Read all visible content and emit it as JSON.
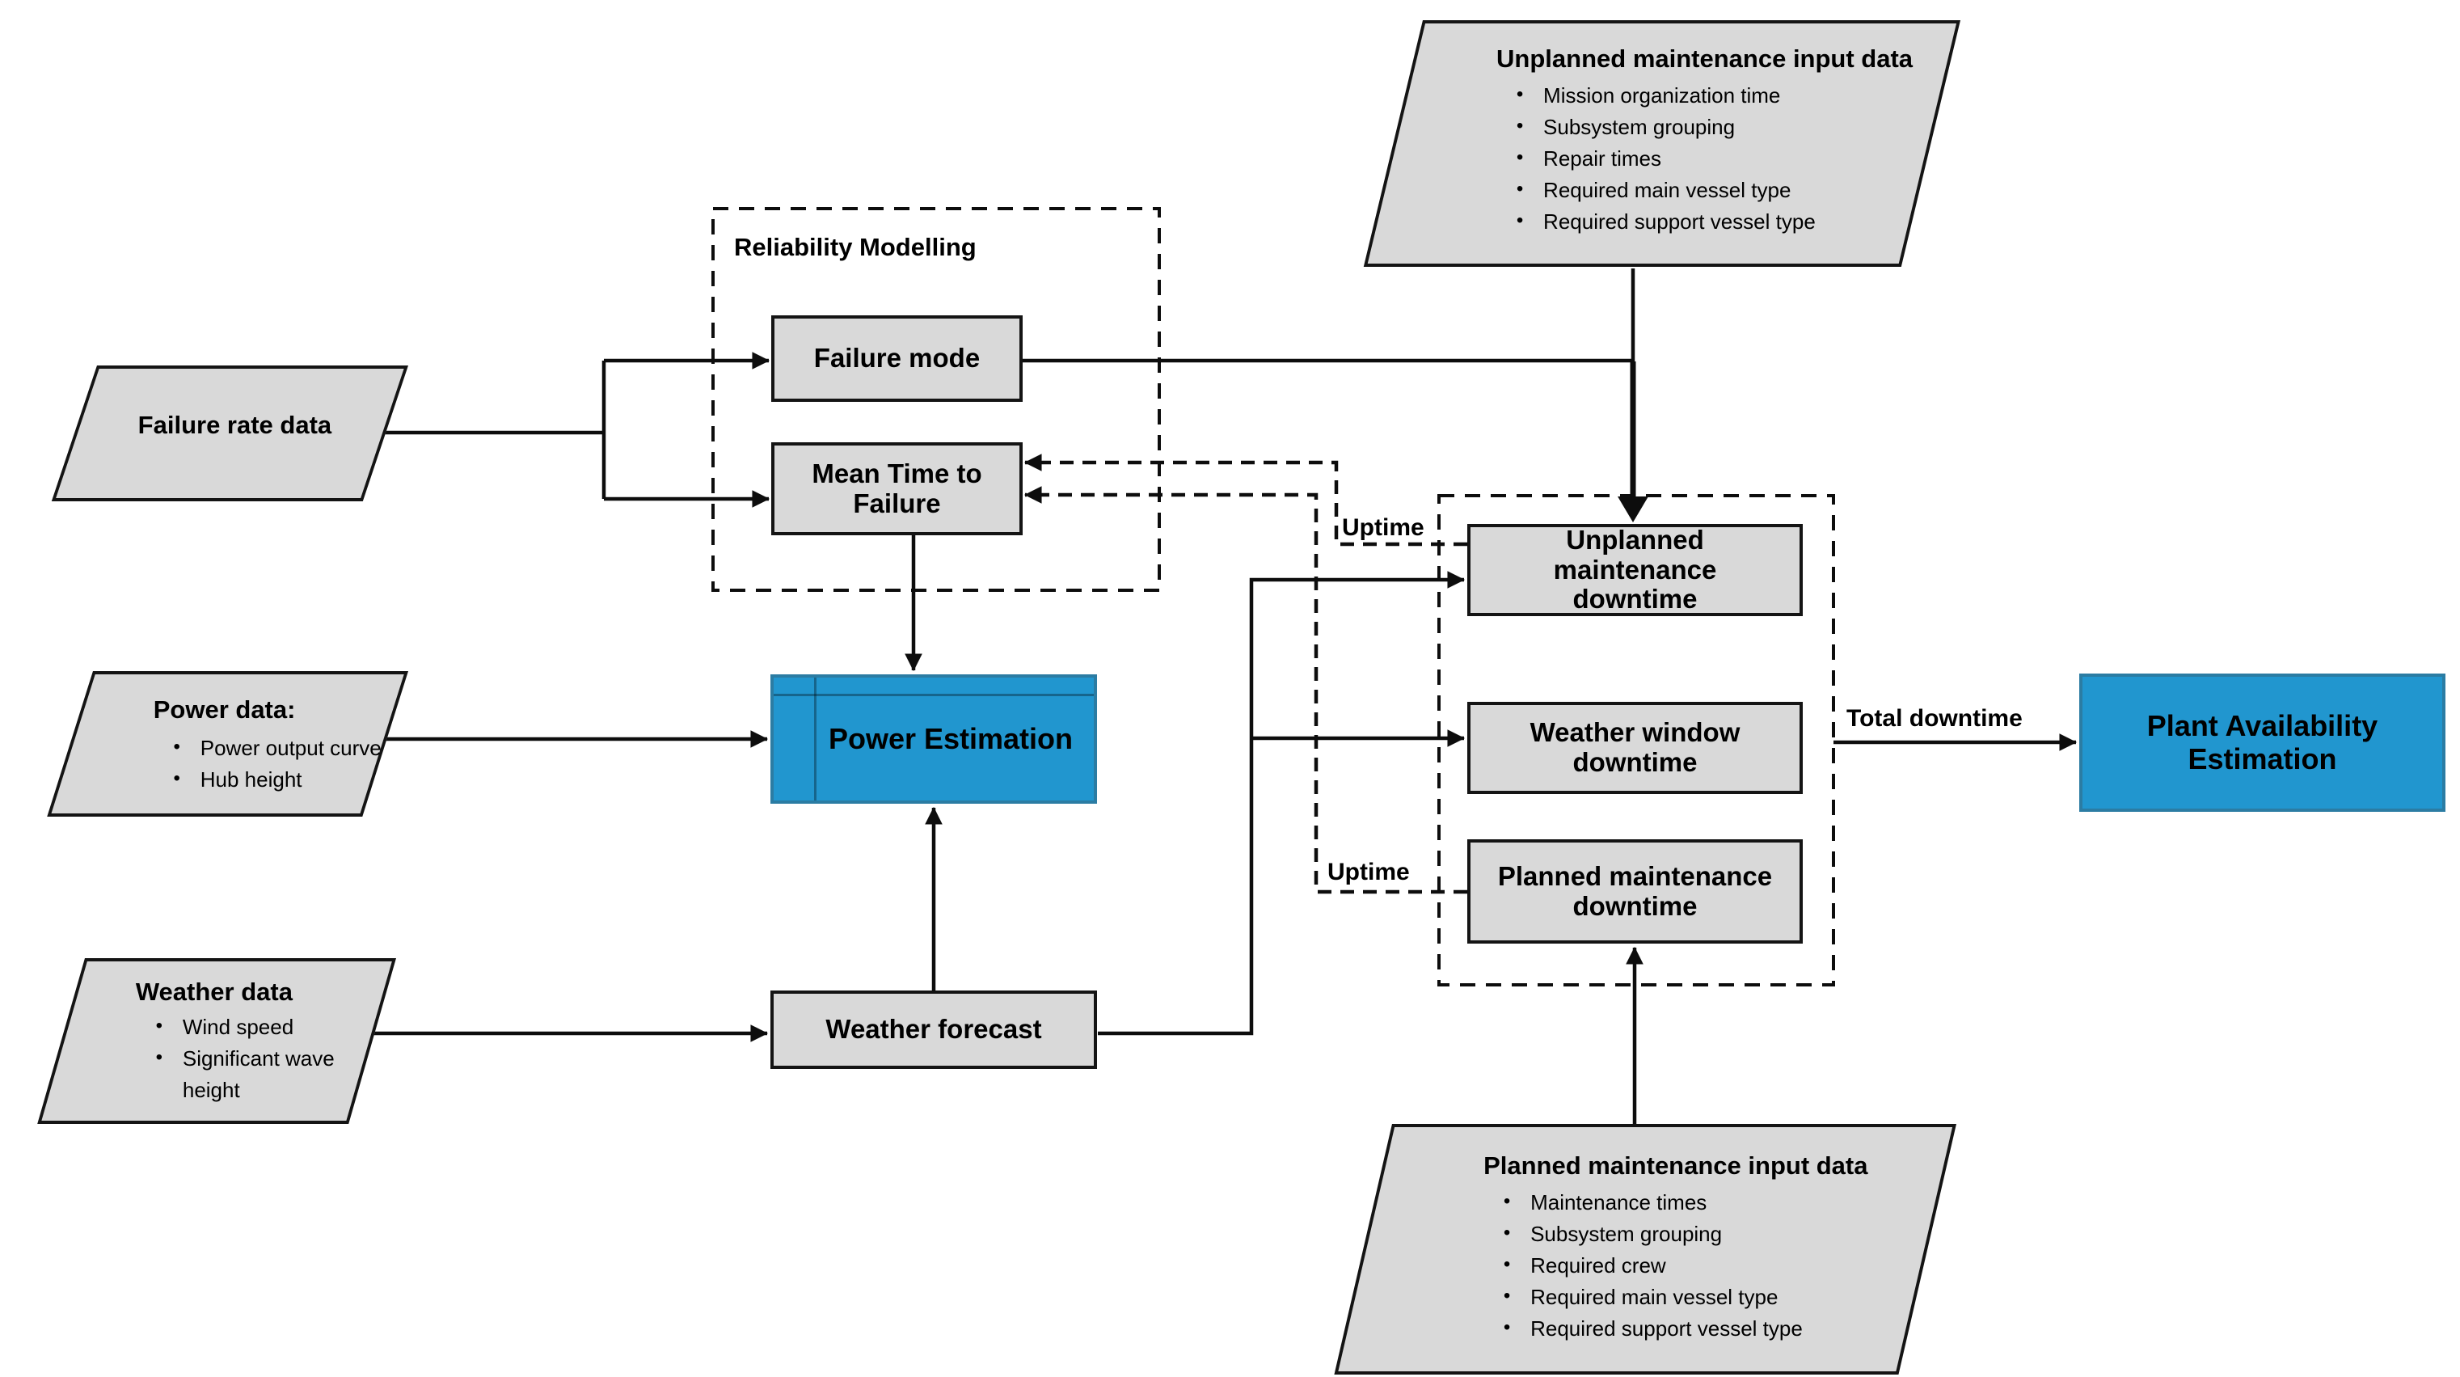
{
  "diagram": {
    "title_note": "Plant availability estimation flow diagram",
    "colors": {
      "node_fill": "#d9d9d9",
      "node_border": "#141414",
      "accent_fill": "#2196cf",
      "accent_border": "#2b7ca3",
      "line": "#0d0d0d",
      "background": "#ffffff"
    },
    "nodes": {
      "failure_rate_data": {
        "title": "Failure rate data"
      },
      "power_data": {
        "title": "Power data:",
        "bullets": [
          "Power output curve",
          "Hub height"
        ]
      },
      "weather_data": {
        "title": "Weather data",
        "bullets": [
          "Wind speed",
          "Significant wave height"
        ]
      },
      "unplanned_input": {
        "title": "Unplanned maintenance input data",
        "bullets": [
          "Mission organization time",
          "Subsystem grouping",
          "Repair times",
          "Required main vessel type",
          "Required support vessel type"
        ]
      },
      "planned_input": {
        "title": "Planned maintenance input data",
        "bullets": [
          "Maintenance times",
          "Subsystem grouping",
          "Required crew",
          "Required main vessel type",
          "Required support vessel type"
        ]
      },
      "reliability_modelling": {
        "title": "Reliability Modelling"
      },
      "failure_mode": {
        "label": "Failure mode"
      },
      "mean_time_to_failure": {
        "label": "Mean Time to Failure"
      },
      "power_estimation": {
        "label": "Power Estimation"
      },
      "weather_forecast": {
        "label": "Weather forecast"
      },
      "unplanned_downtime": {
        "label": "Unplanned maintenance downtime"
      },
      "weather_window_downtime": {
        "label": "Weather window downtime"
      },
      "planned_downtime": {
        "label": "Planned maintenance downtime"
      },
      "plant_availability": {
        "label": "Plant Availability Estimation"
      }
    },
    "edge_labels": {
      "uptime_top": "Uptime",
      "uptime_bottom": "Uptime",
      "total_downtime": "Total downtime"
    }
  }
}
